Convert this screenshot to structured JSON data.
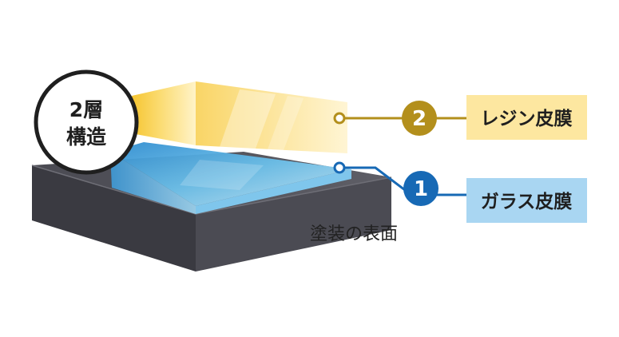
{
  "badge": {
    "line1": "2層",
    "line2": "構造"
  },
  "layers": [
    {
      "number": "2",
      "label": "レジン皮膜",
      "color": "#b38f1c",
      "box_color": "#fde7a0"
    },
    {
      "number": "1",
      "label": "ガラス皮膜",
      "color": "#1769b5",
      "box_color": "#a9d6f2"
    }
  ],
  "surface_label": "塗装の表面",
  "colors": {
    "base_top": "#52525a",
    "base_side": "#3e3e45",
    "glass": "#5fb3e6",
    "resin": "#f7cc45"
  }
}
